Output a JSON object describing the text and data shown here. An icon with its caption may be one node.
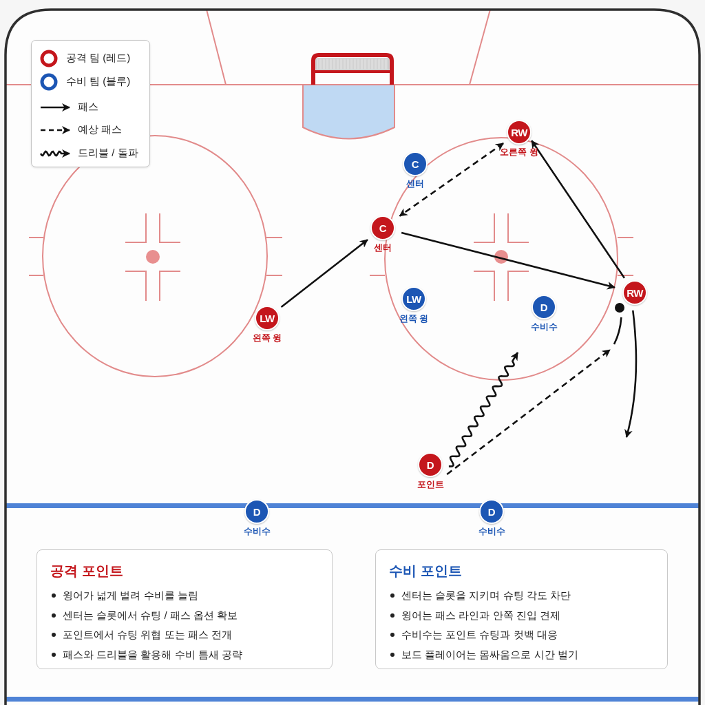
{
  "diagram": {
    "nodes": [
      {
        "text": [
          "RW"
        ],
        "beside": [
          "오른쪽 윙"
        ]
      },
      {
        "text": [
          "C"
        ],
        "beside": [
          "센터"
        ]
      },
      {
        "text": [
          "C"
        ],
        "beside": [
          "센터"
        ]
      },
      {
        "text": [
          "RW"
        ]
      },
      {
        "text": [],
        "shape": "circle"
      },
      {
        "text": [
          "LW"
        ],
        "beside": [
          "왼쪽 윙"
        ]
      },
      {
        "text": [
          "D"
        ],
        "beside": [
          "수비수"
        ]
      },
      {
        "text": [
          "LW"
        ],
        "beside": [
          "왼쪽 윙"
        ]
      },
      {
        "text": [
          "D"
        ],
        "beside": [
          "포인트"
        ]
      },
      {
        "text": [
          "D"
        ],
        "beside": [
          "수비수"
        ]
      },
      {
        "text": [
          "D"
        ],
        "beside": [
          "수비수"
        ]
      },
      {
        "text": [
          "공격 포인트",
          "윙어가 넓게 벌려 수비를 늘림",
          "센터는 슬롯에서 슈팅 / 패스 옵션 확보",
          "포인트에서 슈팅 위협 또는 패스 전개",
          "패스와 드리블을 활용해 수비 틈새 공략"
        ]
      },
      {
        "text": [
          "수비 포인트",
          "센터는 슬롯을 지키며 슈팅 각도 차단",
          "윙어는 패스 라인과 안쪽 진입 견제",
          "수비수는 포인트 슈팅과 컷백 대응",
          "보드 플레이어는 몸싸움으로 시간 벌기"
        ]
      }
    ],
    "edges": [
      {
        "from": 7,
        "to": 2,
        "arrow": "to"
      },
      {
        "from": 2,
        "to": 3,
        "arrow": "to"
      },
      {
        "from": 3,
        "to": 0,
        "arrow": "to"
      },
      {
        "from": 0,
        "to": 2,
        "arrow": "both",
        "style": "dashed"
      },
      {
        "from": 8,
        "to": null,
        "arrow": "to"
      },
      {
        "from": 8,
        "to": null,
        "arrow": "to",
        "style": "dashed"
      },
      {
        "from": 4,
        "to": null,
        "arrow": "none"
      },
      {
        "from": 3,
        "to": null,
        "arrow": "to"
      }
    ],
    "legend": [
      {
        "text": "공격 팀 (레드)",
        "color": "#c4161c"
      },
      {
        "text": "수비 팀 (블루)",
        "color": "#1c56b4"
      },
      {
        "text": "패스"
      },
      {
        "text": "예상 패스"
      },
      {
        "text": "드리블 / 돌파"
      }
    ]
  }
}
